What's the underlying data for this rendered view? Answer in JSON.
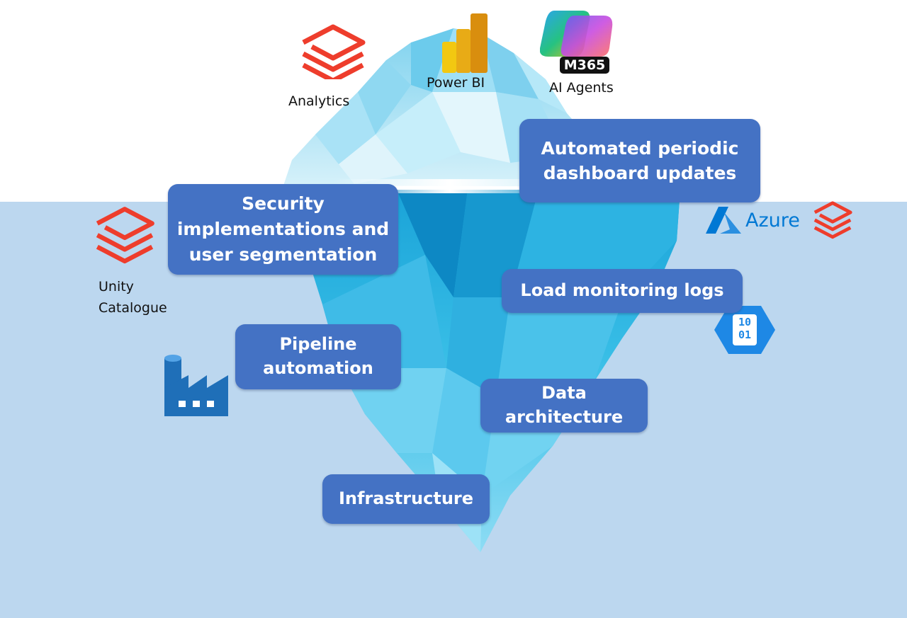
{
  "tools": {
    "analytics_label": "Analytics",
    "powerbi_label": "Power BI",
    "m365_badge": "M365",
    "agents_label": "AI Agents",
    "unity_label_line1": "Unity",
    "unity_label_line2": "Catalogue",
    "azure_label": "Azure",
    "binary_top": "10",
    "binary_bottom": "01"
  },
  "above_water": {
    "dashboard_line1": "Automated periodic",
    "dashboard_line2": "dashboard updates"
  },
  "below_water": {
    "security_line1": "Security",
    "security_line2": "implementations and",
    "security_line3": "user segmentation",
    "load_monitoring": "Load monitoring logs",
    "pipeline_line1": "Pipeline",
    "pipeline_line2": "automation",
    "data_arch_line1": "Data",
    "data_arch_line2": "architecture",
    "infrastructure": "Infrastructure"
  },
  "colors": {
    "box_fill": "#4472c4",
    "water": "#bcd7ef",
    "databricks_red": "#ee3d2c",
    "powerbi_yellow": "#f2c811",
    "azure_blue": "#0078d4"
  }
}
